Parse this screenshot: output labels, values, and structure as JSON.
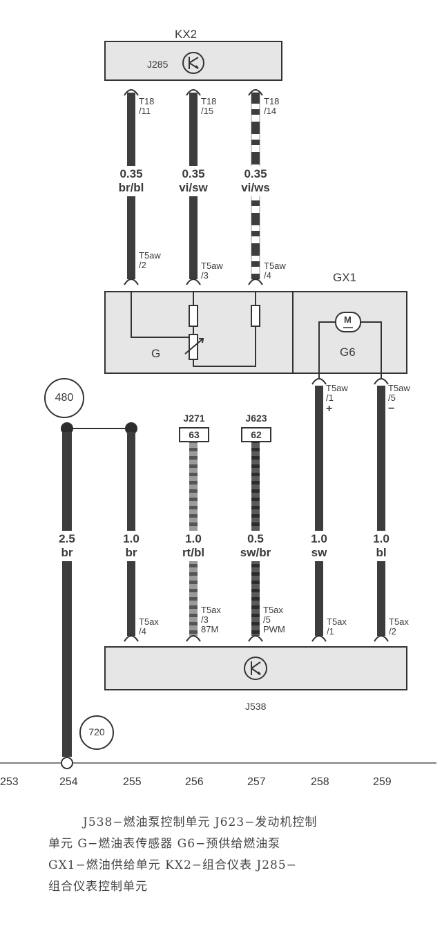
{
  "components": {
    "kx2": {
      "label": "KX2",
      "sub_label": "J285"
    },
    "gx1": {
      "label": "GX1"
    },
    "sensor": {
      "label": "G"
    },
    "pump": {
      "label": "G6",
      "motor_symbol": "M"
    },
    "j538": {
      "label": "J538"
    }
  },
  "upper_wires": [
    {
      "pin_top_a": "T18",
      "pin_top_b": "/11",
      "gauge": "0.35",
      "color": "br/bl",
      "pin_bot_a": "T5aw",
      "pin_bot_b": "/2"
    },
    {
      "pin_top_a": "T18",
      "pin_top_b": "/15",
      "gauge": "0.35",
      "color": "vi/sw",
      "pin_bot_a": "T5aw",
      "pin_bot_b": "/3"
    },
    {
      "pin_top_a": "T18",
      "pin_top_b": "/14",
      "gauge": "0.35",
      "color": "vi/ws",
      "pin_bot_a": "T5aw",
      "pin_bot_b": "/4"
    }
  ],
  "pump_pins": [
    {
      "a": "T5aw",
      "b": "/1",
      "sign": "+"
    },
    {
      "a": "T5aw",
      "b": "/5",
      "sign": "−"
    }
  ],
  "ground_refs": {
    "top": "480",
    "bottom": "720"
  },
  "relays": [
    {
      "name": "J271",
      "pin": "63"
    },
    {
      "name": "J623",
      "pin": "62"
    }
  ],
  "lower_wires": [
    {
      "gauge": "2.5",
      "color": "br"
    },
    {
      "gauge": "1.0",
      "color": "br",
      "pin_a": "T5ax",
      "pin_b": "/4"
    },
    {
      "gauge": "1.0",
      "color": "rt/bl",
      "pin_a": "T5ax",
      "pin_b": "/3",
      "pin_c": "87M"
    },
    {
      "gauge": "0.5",
      "color": "sw/br",
      "pin_a": "T5ax",
      "pin_b": "/5",
      "pin_c": "PWM"
    },
    {
      "gauge": "1.0",
      "color": "sw",
      "pin_a": "T5ax",
      "pin_b": "/1"
    },
    {
      "gauge": "1.0",
      "color": "bl",
      "pin_a": "T5ax",
      "pin_b": "/2"
    }
  ],
  "grid_numbers": [
    "253",
    "254",
    "255",
    "256",
    "257",
    "258",
    "259"
  ],
  "caption_lines": [
    "J538−燃油泵控制单元 J623−发动机控制",
    "单元 G−燃油表传感器 G6−预供给燃油泵",
    "GX1−燃油供给单元 KX2−组合仪表 J285−",
    "组合仪表控制单元"
  ],
  "colors": {
    "wire": "#3d3d3d",
    "box_fill": "#e6e6e6",
    "stroke": "#333333",
    "grid_text": "#3a3a3a"
  }
}
